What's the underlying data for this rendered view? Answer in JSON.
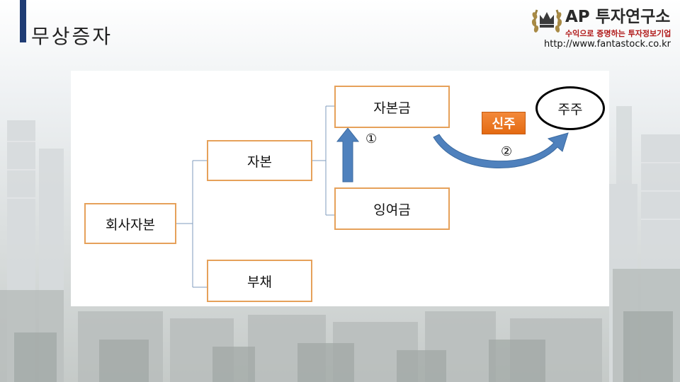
{
  "header": {
    "title": "무상증자",
    "brand": "AP 투자연구소",
    "tagline": "수익으로 증명하는 투자정보기업",
    "url": "http://www.fantastock.co.kr"
  },
  "diagram": {
    "root": "회사자본",
    "capital": "자본",
    "debt": "부채",
    "capital_stock": "자본금",
    "surplus": "잉여금",
    "shareholders": "주주",
    "new_shares_badge": "신주",
    "step1": "①",
    "step2": "②"
  },
  "colors": {
    "box_border": "#e6a15a",
    "arrow_fill": "#4f81bd",
    "badge_fill": "#e87722",
    "title_bar": "#1f3c74",
    "tagline": "#b01818"
  },
  "icons": {
    "logo": "crown-laurel-icon",
    "arrow_up": "up-arrow-icon",
    "arrow_curved": "curved-arrow-icon"
  }
}
